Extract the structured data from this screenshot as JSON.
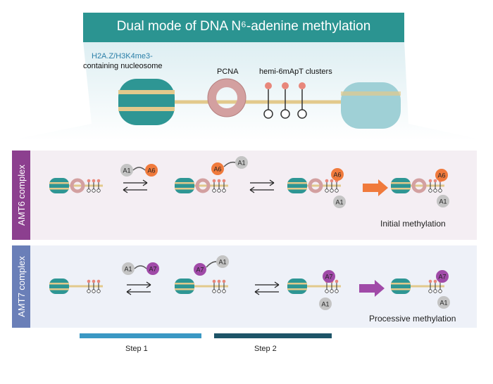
{
  "title": {
    "text": "Dual mode of DNA N⁶-adenine methylation"
  },
  "overview": {
    "nucleosome_label_line1": "H2A.Z/H3K4me3-",
    "nucleosome_label_line2": "containing nucleosome",
    "pcna_label": "PCNA",
    "clusters_label": "hemi-6mApT clusters"
  },
  "panels": {
    "amt6": {
      "side_label": "AMT6 complex",
      "result_label": "Initial methylation",
      "subunit_a": "A1",
      "subunit_b": "A6"
    },
    "amt7": {
      "side_label": "AMT7 complex",
      "result_label": "Processive methylation",
      "subunit_a": "A1",
      "subunit_b": "A7"
    }
  },
  "steps": [
    "Step 1",
    "Step 2"
  ],
  "colors": {
    "title_bg": "#2b9491",
    "nucleosome": "#2e9694",
    "dna": "#e2c98c",
    "pcna": "#d3a0a0",
    "methyl": "#e8877b",
    "a1": "#c4c4c4",
    "a6": "#f07a3c",
    "a7": "#a04aa8",
    "amt6_side": "#8c3f8f",
    "amt6_bg": "#f4eef3",
    "amt7_side": "#6a7fb8",
    "amt7_bg": "#eef1f8",
    "step1": "#3a98c4",
    "step2": "#1d5468"
  }
}
